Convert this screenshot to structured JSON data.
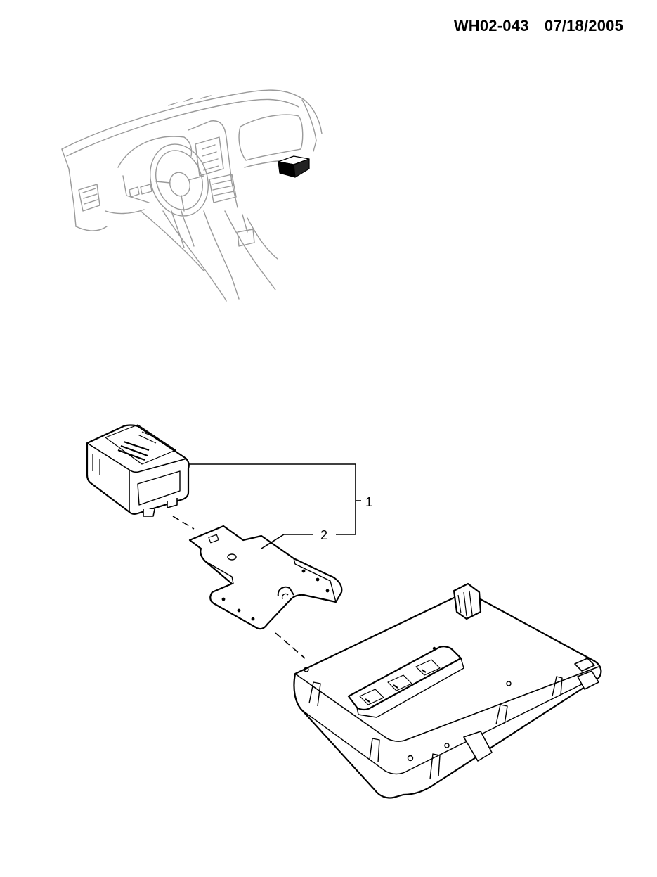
{
  "header": {
    "drawing_number": "WH02-043",
    "date": "07/18/2005"
  },
  "callouts": [
    {
      "label": "1",
      "part": "module-with-bracket-assembly"
    },
    {
      "label": "2",
      "part": "mounting-bracket"
    }
  ],
  "colors": {
    "line": "#000000",
    "context_line": "#9a9a9a",
    "background": "#ffffff"
  }
}
